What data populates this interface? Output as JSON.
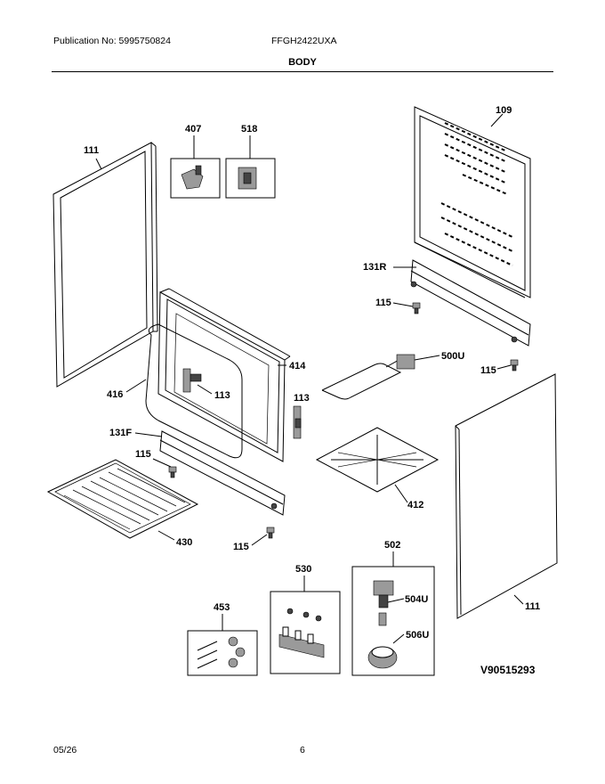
{
  "header": {
    "publication": "Publication No: 5995750824",
    "model": "FFGH2422UXA",
    "section": "BODY"
  },
  "diagram_id": "V90515293",
  "callouts": {
    "c111_left": "111",
    "c407": "407",
    "c518": "518",
    "c109": "109",
    "c131R": "131R",
    "c115_a": "115",
    "c414": "414",
    "c500U": "500U",
    "c115_b": "115",
    "c416": "416",
    "c113_a": "113",
    "c113_b": "113",
    "c131F": "131F",
    "c115_c": "115",
    "c412": "412",
    "c430": "430",
    "c115_d": "115",
    "c502": "502",
    "c530": "530",
    "c504U": "504U",
    "c111_right": "111",
    "c453": "453",
    "c506U": "506U"
  },
  "footer": {
    "date": "05/26",
    "page": "6"
  }
}
